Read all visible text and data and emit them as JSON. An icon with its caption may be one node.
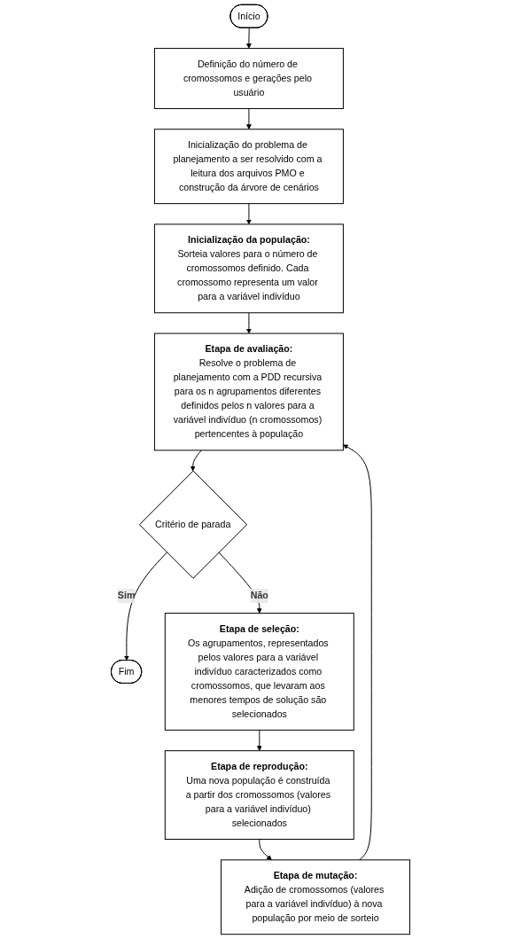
{
  "diagram": {
    "nodes": [
      {
        "text": [
          "Início"
        ]
      },
      {
        "text": [
          "Definição do número de cromossomos e gerações pelo usuário"
        ]
      },
      {
        "text": [
          "Inicialização do problema de planejamento a ser resolvido com a leitura dos arquivos PMO e construção da árvore de cenários"
        ]
      },
      {
        "text": [
          "Inicialização da população:",
          "Sorteia valores para o número de cromossomos definido. Cada cromossomo representa um valor para a variável indivíduo"
        ]
      },
      {
        "text": [
          "Etapa de avaliação:",
          "Resolve o problema de planejamento com a PDD recursiva para os n agrupamentos diferentes definidos pelos n valores para a variável indivíduo (n cromossomos) pertencentes à população"
        ]
      },
      {
        "text": [
          "Critério de parada"
        ]
      },
      {
        "text": [
          "Fim"
        ]
      },
      {
        "text": [
          "Etapa de seleção:",
          "Os agrupamentos, representados pelos valores para a variável indivíduo caracterizados como cromossomos, que levaram aos menores tempos de solução são selecionados"
        ]
      },
      {
        "text": [
          "Etapa de reprodução:",
          "Uma nova população é construída a partir dos cromossomos (valores para a variável indivíduo) selecionados"
        ]
      },
      {
        "text": [
          "Etapa de mutação:",
          "Adição de cromossomos (valores para a variável indivíduo) à nova população por meio de sorteio"
        ]
      }
    ],
    "edges": [
      {
        "from": 0,
        "to": 1,
        "arrow": "to"
      },
      {
        "from": 1,
        "to": 2,
        "arrow": "to"
      },
      {
        "from": 2,
        "to": 3,
        "arrow": "to"
      },
      {
        "from": 3,
        "to": 4,
        "arrow": "to"
      },
      {
        "from": 4,
        "to": 5,
        "arrow": "to"
      },
      {
        "from": 5,
        "to": 6,
        "arrow": "to",
        "label": "Sim"
      },
      {
        "from": 5,
        "to": 7,
        "arrow": "to",
        "label": "Não"
      },
      {
        "from": 7,
        "to": 8,
        "arrow": "to"
      },
      {
        "from": 8,
        "to": 9,
        "arrow": "to"
      },
      {
        "from": 9,
        "to": 4,
        "arrow": "to"
      }
    ]
  }
}
